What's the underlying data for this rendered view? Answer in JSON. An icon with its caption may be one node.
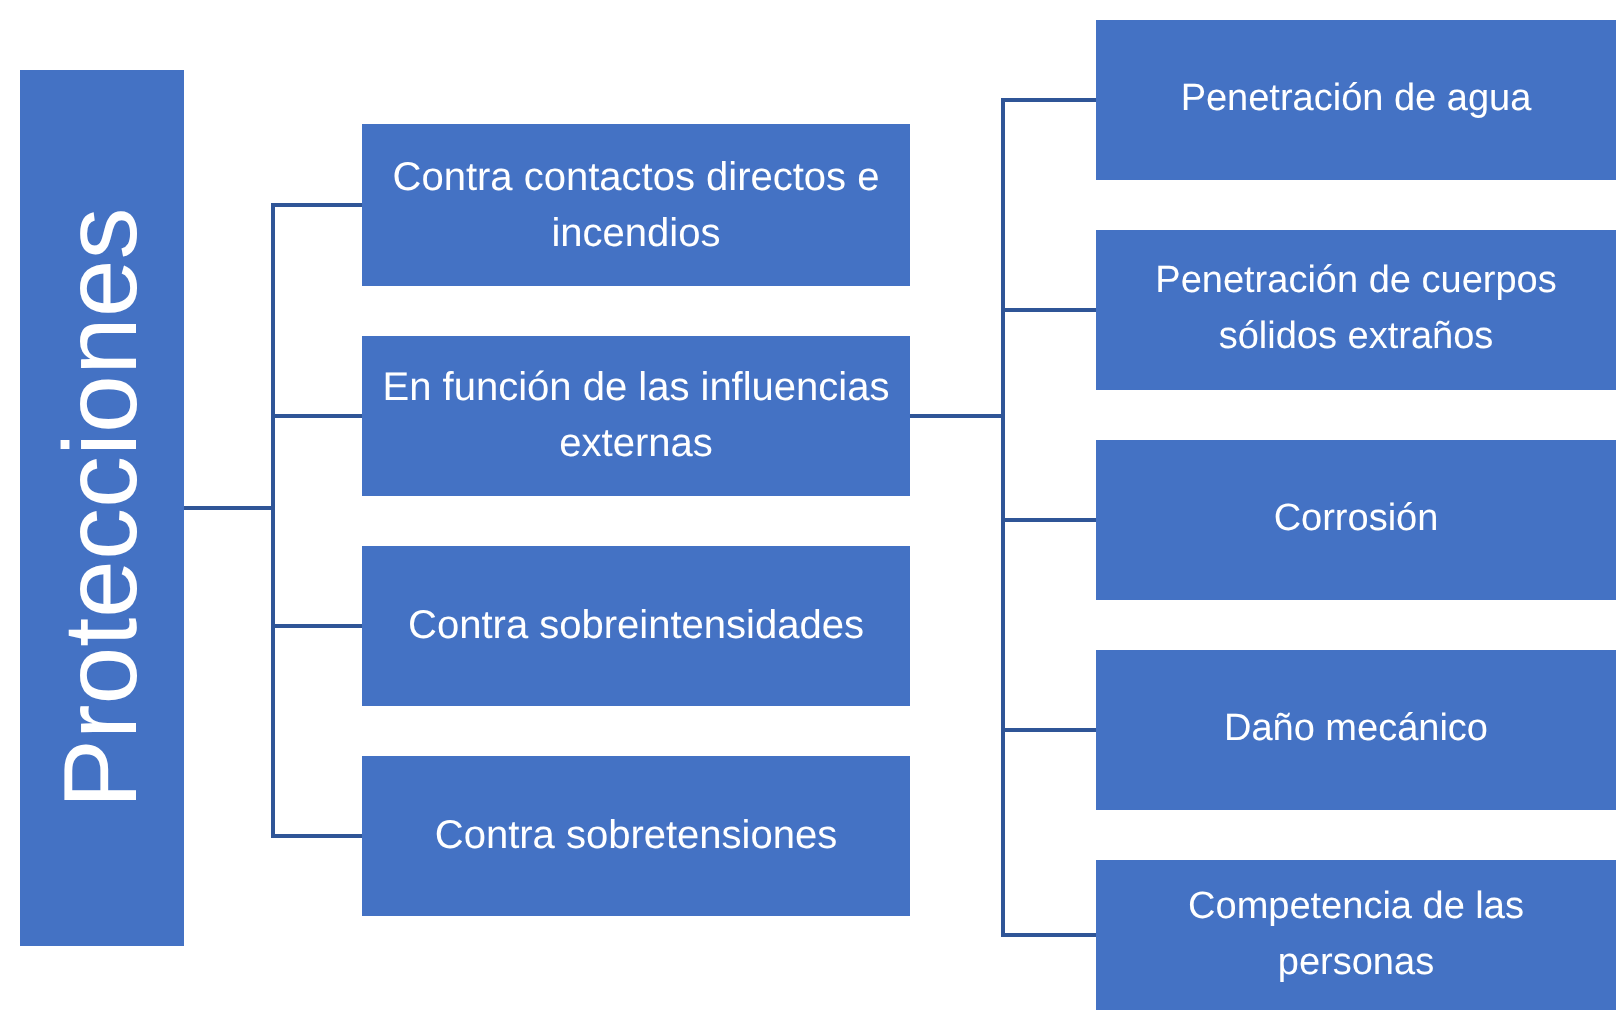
{
  "diagram": {
    "nodes": [
      {
        "text": [
          "Protecciones"
        ]
      },
      {
        "text": [
          "Contra contactos directos e incendios"
        ]
      },
      {
        "text": [
          "En función de las influencias externas"
        ]
      },
      {
        "text": [
          "Contra sobreintensidades"
        ]
      },
      {
        "text": [
          "Contra sobretensiones"
        ]
      },
      {
        "text": [
          "Penetración de agua"
        ]
      },
      {
        "text": [
          "Penetración de cuerpos sólidos extraños"
        ]
      },
      {
        "text": [
          "Corrosión"
        ]
      },
      {
        "text": [
          "Daño mecánico"
        ]
      },
      {
        "text": [
          "Competencia de las personas"
        ]
      }
    ],
    "edges": [
      {
        "from": 0,
        "to": 1,
        "arrow": "none"
      },
      {
        "from": 0,
        "to": 2,
        "arrow": "none"
      },
      {
        "from": 0,
        "to": 3,
        "arrow": "none"
      },
      {
        "from": 0,
        "to": 4,
        "arrow": "none"
      },
      {
        "from": 2,
        "to": 5,
        "arrow": "none"
      },
      {
        "from": 2,
        "to": 6,
        "arrow": "none"
      },
      {
        "from": 2,
        "to": 7,
        "arrow": "none"
      },
      {
        "from": 2,
        "to": 8,
        "arrow": "none"
      },
      {
        "from": 2,
        "to": 9,
        "arrow": "none"
      }
    ]
  }
}
